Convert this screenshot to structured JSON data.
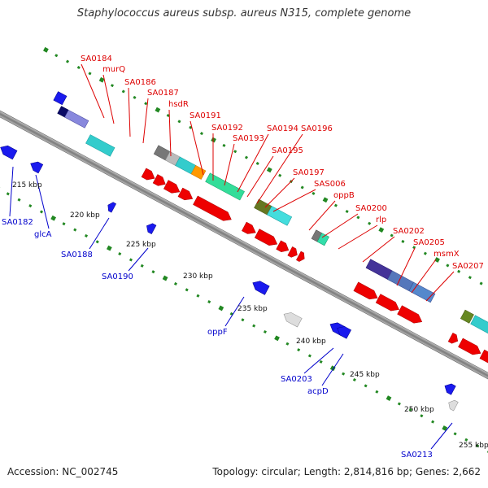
{
  "title": "Staphylococcus aureus subsp. aureus N315, complete genome",
  "footer": {
    "accession": "Accession: NC_002745",
    "topology": "Topology: circular; Length: 2,814,816 bp; Genes: 2,662"
  },
  "colors": {
    "forward_label": "#dd0000",
    "reverse_label": "#0000cc",
    "backbone": "#888888",
    "tick": "#228822",
    "forward_cds": "#ee0000",
    "reverse_cds": "#1a1aee"
  },
  "kbp_ticks": [
    "215 kbp",
    "220 kbp",
    "225 kbp",
    "230 kbp",
    "235 kbp",
    "240 kbp",
    "245 kbp",
    "250 kbp",
    "255 kbp"
  ],
  "forward_genes": [
    "SA0184",
    "murQ",
    "SA0186",
    "SA0187",
    "hsdR",
    "SA0191",
    "SA0192",
    "SA0193",
    "SA0194",
    "SA0195",
    "SA0196",
    "SA0197",
    "SAS006",
    "oppB",
    "SA0200",
    "rlp",
    "SA0202",
    "SA0205",
    "msmX",
    "SA0207"
  ],
  "reverse_genes": [
    "SA0182",
    "glcA",
    "SA0188",
    "SA0190",
    "oppF",
    "SA0203",
    "acpD",
    "SA0213"
  ]
}
